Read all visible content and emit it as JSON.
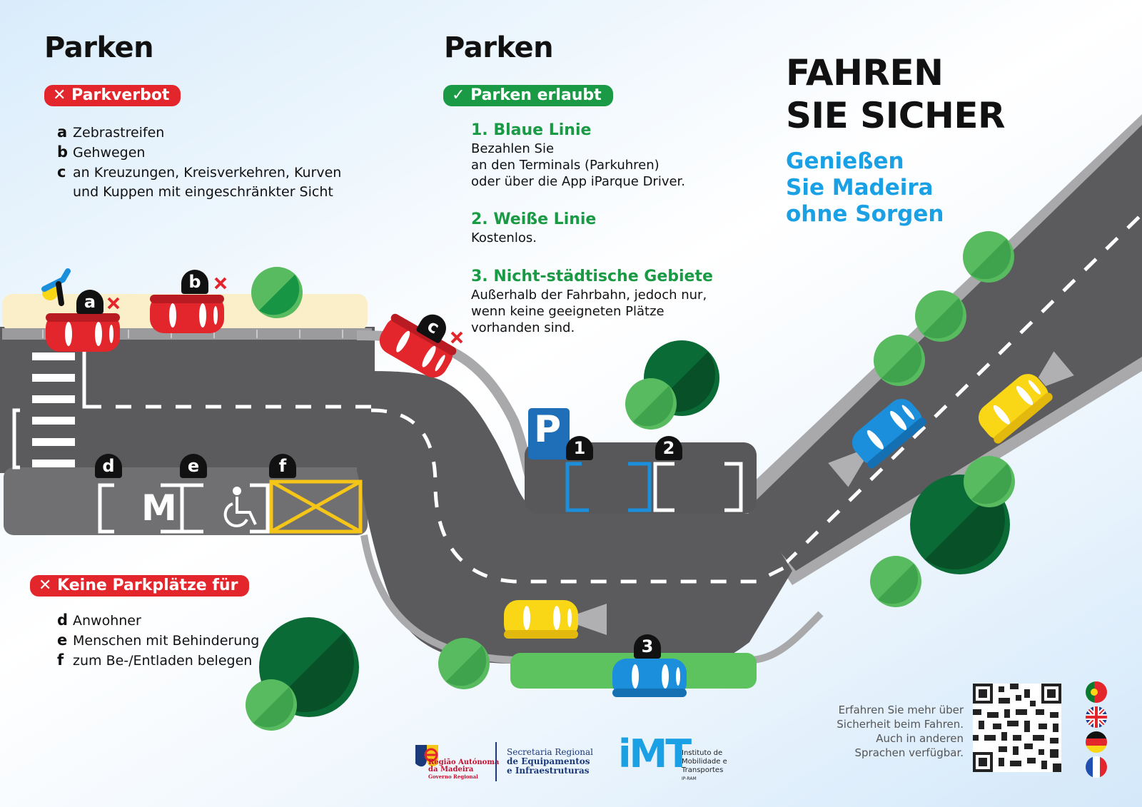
{
  "left": {
    "title": "Parken",
    "forbidden_label": "Parkverbot",
    "forbidden_items": [
      {
        "letter": "a",
        "text": "Zebrastreifen"
      },
      {
        "letter": "b",
        "text": "Gehwegen"
      },
      {
        "letter": "c",
        "text": "an Kreuzungen, Kreisverkehren, Kurven"
      }
    ],
    "forbidden_item_c_cont": "und Kuppen mit eingeschränkter Sicht",
    "no_spaces_label": "Keine Parkplätze für",
    "no_spaces_items": [
      {
        "letter": "d",
        "text": "Anwohner"
      },
      {
        "letter": "e",
        "text": "Menschen mit Behinderung"
      },
      {
        "letter": "f",
        "text": "zum Be-/Entladen belegen"
      }
    ]
  },
  "middle": {
    "title": "Parken",
    "allowed_label": "Parken erlaubt",
    "sections": [
      {
        "heading": "1. Blaue Linie",
        "lines": [
          "Bezahlen Sie",
          "an den Terminals (Parkuhren)",
          "oder über die App iParque Driver."
        ]
      },
      {
        "heading": "2. Weiße Linie",
        "lines": [
          "Kostenlos."
        ]
      },
      {
        "heading": "3. Nicht-städtische Gebiete",
        "lines": [
          "Außerhalb der Fahrbahn, jedoch nur,",
          "wenn keine geeigneten Plätze",
          "vorhanden sind."
        ]
      }
    ]
  },
  "right": {
    "title_lines": [
      "FAHREN",
      "SIE SICHER"
    ],
    "subtitle_lines": [
      "Genießen",
      "Sie Madeira",
      "ohne Sorgen"
    ],
    "footnote_lines": [
      "Erfahren Sie mehr über",
      "Sicherheit beim Fahren.",
      "Auch in anderen",
      "Sprachen verfügbar."
    ]
  },
  "markers": {
    "a": "a",
    "b": "b",
    "c": "c",
    "d": "d",
    "e": "e",
    "f": "f",
    "n1": "1",
    "n2": "2",
    "n3": "3"
  },
  "signs": {
    "parking": "P",
    "resident": "M"
  },
  "logos": {
    "region_lines": [
      "Região Autónoma",
      "da Madeira",
      "Governo Regional"
    ],
    "secretaria_lines": [
      "Secretaria Regional",
      "de Equipamentos",
      "e Infraestruturas"
    ],
    "imt_mark": "iMT",
    "imt_lines": [
      "Instituto de",
      "Mobilidade e",
      "Transportes",
      "IP-RAM"
    ]
  },
  "languages": [
    "portugal-flag-icon",
    "uk-flag-icon",
    "germany-flag-icon",
    "france-flag-icon"
  ],
  "colors": {
    "road": "#58585a",
    "road_light": "#6e6e70",
    "sidewalk": "#fbefc9",
    "red_car": "#e3262b",
    "blue_car": "#1b8fdc",
    "yellow_car": "#f9d616",
    "tree_dark": "#0b6b36",
    "tree_light": "#58bb5f",
    "grass": "#5cc35f",
    "accent_blue": "#1aa0e4",
    "accent_green": "#1a9a45",
    "badge_red": "#e3262b"
  }
}
